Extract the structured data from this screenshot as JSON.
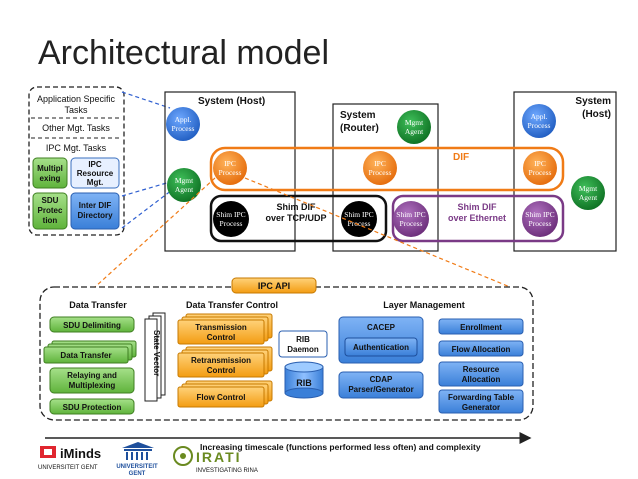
{
  "title": "Architectural model",
  "task_panel": {
    "app_tasks": [
      "Application Specific",
      "Tasks"
    ],
    "other_mgt": "Other Mgt. Tasks",
    "ipc_mgt": "IPC Mgt. Tasks",
    "cells": {
      "multiplexing": [
        "Multipl",
        "exing"
      ],
      "ipc_resource": [
        "IPC",
        "Resource",
        "Mgt."
      ],
      "sdu_protection": [
        "SDU",
        "Protec",
        "tion"
      ],
      "inter_dif": [
        "Inter DIF",
        "Directory"
      ]
    }
  },
  "systems": {
    "host_left": "System (Host)",
    "router": [
      "System",
      "(Router)"
    ],
    "host_right": [
      "System",
      "(Host)"
    ]
  },
  "nodes": {
    "appl_process": [
      "Appl.",
      "Process"
    ],
    "mgmt_agent": [
      "Mgmt",
      "Agent"
    ],
    "ipc_process": [
      "IPC",
      "Process"
    ],
    "shim_ipc_process": [
      "Shim IPC",
      "Process"
    ]
  },
  "dif_label": "DIF",
  "shim_tcp": [
    "Shim DIF",
    "over TCP/UDP"
  ],
  "shim_eth": [
    "Shim DIF",
    "over Ethernet"
  ],
  "ipc_api": "IPC API",
  "sections": {
    "data_transfer": "Data Transfer",
    "data_transfer_control": "Data Transfer Control",
    "layer_management": "Layer Management"
  },
  "data_transfer": {
    "sdu_delimiting": "SDU Delimiting",
    "data_transfer": "Data Transfer",
    "relaying": [
      "Relaying and",
      "Multiplexing"
    ],
    "sdu_protection": "SDU Protection",
    "state_vector": "State Vector"
  },
  "dtc": {
    "transmission": [
      "Transmission",
      "Control"
    ],
    "retransmission": [
      "Retransmission",
      "Control"
    ],
    "flow_control": "Flow Control"
  },
  "rib": {
    "daemon": [
      "RIB",
      "Daemon"
    ],
    "rib": "RIB"
  },
  "layer_mgmt": {
    "cacep": "CACEP",
    "authentication": "Authentication",
    "cdap": [
      "CDAP",
      "Parser/Generator"
    ],
    "enrollment": "Enrollment",
    "flow_allocation": "Flow Allocation",
    "resource_allocation": [
      "Resource",
      "Allocation"
    ],
    "forwarding_table": [
      "Forwarding Table",
      "Generator"
    ]
  },
  "timescale": "Increasing timescale (functions performed less often) and complexity",
  "logos": {
    "iminds": "iMinds",
    "iminds_sub": "UNIVERSITEIT GENT",
    "ugent": [
      "UNIVERSITEIT",
      "GENT"
    ],
    "irati": "IRATI",
    "irati_sub": "INVESTIGATING RINA"
  },
  "colors": {
    "blue_node": "#2f6fd0",
    "green_node": "#138a2c",
    "orange_node": "#f07b16",
    "purple_node": "#7a3a86",
    "module_orange": "#f5a623",
    "module_blue": "#4b8fe0"
  }
}
